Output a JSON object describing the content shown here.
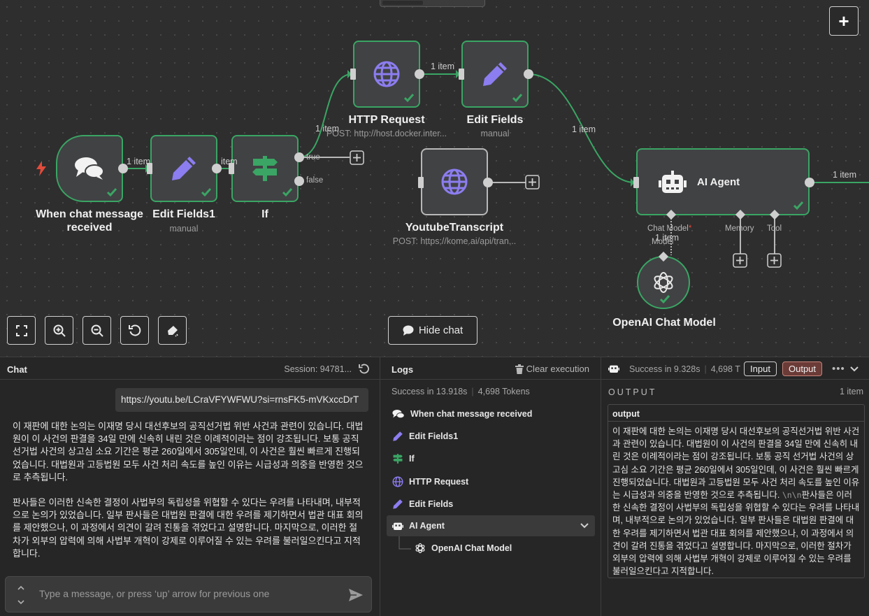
{
  "canvas": {
    "nodes": {
      "chat_trigger": {
        "label": "When chat message received"
      },
      "edit_fields1": {
        "label": "Edit Fields1",
        "sub": "manual"
      },
      "if": {
        "label": "If"
      },
      "http_request": {
        "label": "HTTP Request",
        "sub": "POST: http://host.docker.inter..."
      },
      "edit_fields": {
        "label": "Edit Fields",
        "sub": "manual"
      },
      "youtube_transcript": {
        "label": "YoutubeTranscript",
        "sub": "POST: https://kome.ai/api/tran..."
      },
      "ai_agent": {
        "label": "AI Agent"
      },
      "openai_model": {
        "label": "OpenAI Chat Model"
      }
    },
    "edges": {
      "e1": "1 item",
      "e2": "item",
      "e3": "1 item",
      "e4": "1 item",
      "e5": "1 item",
      "e6": "1 item",
      "e7": "1 item"
    },
    "ports": {
      "true": "true",
      "false": "false",
      "chat_model": "Chat Model",
      "required_mark": "*",
      "memory": "Memory",
      "tool": "Tool",
      "model": "Model"
    },
    "hide_chat_label": "Hide chat",
    "colors": {
      "success": "#3aa564",
      "accent": "#8c7df0",
      "if_green": "#3aa564",
      "trigger_red": "#e24b3b"
    }
  },
  "chat": {
    "title": "Chat",
    "session": "Session: 94781...",
    "user_message": "https://youtu.be/LCraVFYWFWU?si=rnsFK5-mVKxccDrT",
    "bot_paragraphs": [
      "이 재판에 대한 논의는 이재명 당시 대선후보의 공직선거법 위반 사건과 관련이 있습니다. 대법원이 이 사건의 판결을 34일 만에 신속히 내린 것은 이례적이라는 점이 강조됩니다. 보통 공직 선거법 사건의 상고심 소요 기간은 평균 260일에서 305일인데, 이 사건은 훨씬 빠르게 진행되었습니다. 대법원과 고등법원 모두 사건 처리 속도를 높인 이유는 시급성과 의중을 반영한 것으로 추측됩니다.",
      "판사들은 이러한 신속한 결정이 사법부의 독립성을 위협할 수 있다는 우려를 나타내며, 내부적으로 논의가 있었습니다. 일부 판사들은 대법원 판결에 대한 우려를 제기하면서 법관 대표 회의를 제안했으나, 이 과정에서 의견이 갈려 진통을 겪었다고 설명합니다. 마지막으로, 이러한 절차가 외부의 압력에 의해 사법부 개혁이 강제로 이루어질 수 있는 우려를 불러일으킨다고 지적합니다."
    ],
    "input_placeholder": "Type a message, or press ‘up’ arrow for previous one"
  },
  "logs": {
    "title": "Logs",
    "clear_label": "Clear execution",
    "success": "Success in 13.918s",
    "tokens": "4,698 Tokens",
    "items": [
      {
        "label": "When chat message received"
      },
      {
        "label": "Edit Fields1"
      },
      {
        "label": "If"
      },
      {
        "label": "HTTP Request"
      },
      {
        "label": "Edit Fields"
      },
      {
        "label": "AI Agent"
      },
      {
        "label": "OpenAI Chat Model"
      }
    ]
  },
  "output": {
    "status": "Success in 9.328s",
    "tokens": "4,698 T",
    "input_tab": "Input",
    "output_tab": "Output",
    "heading": "OUTPUT",
    "count": "1 item",
    "column": "output",
    "value_part1": "이 재판에 대한 논의는 이재명 당시 대선후보의 공직선거법 위반 사건과 관련이 있습니다. 대법원이 이 사건의 판결을 34일 만에 신속히 내린 것은 이례적이라는 점이 강조됩니다. 보통 공직 선거법 사건의 상고심 소요 기간은 평균 260일에서 305일인데, 이 사건은 훨씬 빠르게 진행되었습니다. 대법원과 고등법원 모두 사건 처리 속도를 높인 이유는 시급성과 의중을 반영한 것으로 추측됩니다.",
    "newline_marker": "\\n\\n",
    "value_part2": "판사들은 이러한 신속한 결정이 사법부의 독립성을 위협할 수 있다는 우려를 나타내며, 내부적으로 논의가 있었습니다. 일부 판사들은 대법원 판결에 대한 우려를 제기하면서 법관 대표 회의를 제안했으나, 이 과정에서 의견이 갈려 진통을 겪었다고 설명합니다. 마지막으로, 이러한 절차가 외부의 압력에 의해 사법부 개혁이 강제로 이루어질 수 있는 우려를 불러일으킨다고 지적합니다."
  },
  "icons": [
    "lightning-icon",
    "chat-bubbles-icon",
    "pencil-icon",
    "signpost-icon",
    "globe-icon",
    "robot-icon",
    "openai-icon",
    "check-icon",
    "plus-icon",
    "fit-view-icon",
    "zoom-in-icon",
    "zoom-out-icon",
    "reset-icon",
    "clean-icon",
    "chat-icon",
    "refresh-icon",
    "trash-icon",
    "send-icon",
    "chevron-down-icon"
  ]
}
